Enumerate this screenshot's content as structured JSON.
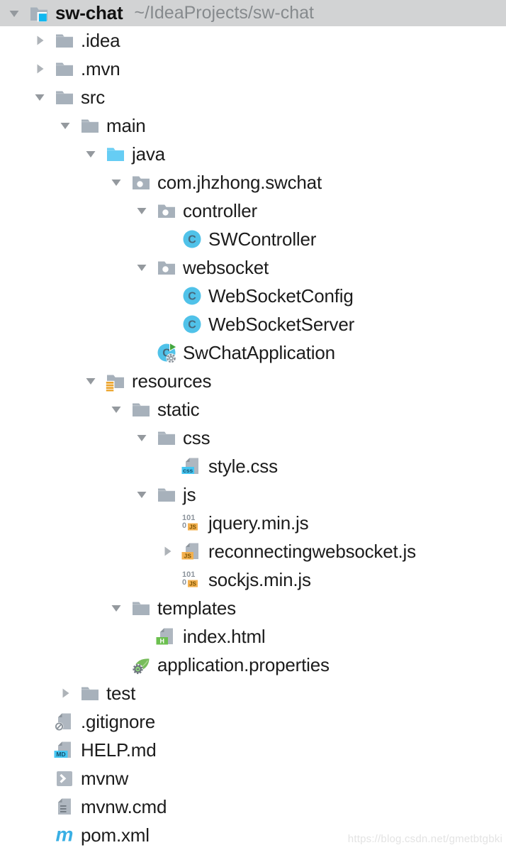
{
  "window": {
    "project_name": "sw-chat",
    "project_path": "~/IdeaProjects/sw-chat"
  },
  "colors": {
    "folder_gray": "#A7B1BB",
    "java_folder_cyan": "#66CDF4",
    "project_badge_cyan": "#10B7F0",
    "class_circle_blue": "#50C2E9",
    "class_letter": "#47687C",
    "run_green": "#42A63F",
    "gear_gray": "#8B939B",
    "page_gray": "#AFB7C0",
    "page_fold": "#8C949C",
    "badge_cyan": "#45C6F2",
    "badge_cyan_text": "#14506E",
    "badge_amber": "#F3B04E",
    "badge_amber_text": "#7A5200",
    "badge_green": "#6CC04F",
    "resources_amber": "#ECA42C",
    "spring_green": "#77BC5B",
    "spring_gear": "#6E767E",
    "spring_power": "#8FE07A",
    "maven_blue": "#39AFE4",
    "header_bg": "#d2d3d4",
    "chevron_expanded": "#94999E",
    "chevron_collapsed": "#AEB3B8"
  },
  "tree": {
    "rows": [
      {
        "label": "sw-chat",
        "suffix": "~/IdeaProjects/sw-chat",
        "level": 0,
        "arrow": "expanded",
        "icon": "project-folder",
        "header": true
      },
      {
        "label": ".idea",
        "level": 1,
        "arrow": "collapsed",
        "icon": "folder"
      },
      {
        "label": ".mvn",
        "level": 1,
        "arrow": "collapsed",
        "icon": "folder"
      },
      {
        "label": "src",
        "level": 1,
        "arrow": "expanded",
        "icon": "folder"
      },
      {
        "label": "main",
        "level": 2,
        "arrow": "expanded",
        "icon": "folder"
      },
      {
        "label": "java",
        "level": 3,
        "arrow": "expanded",
        "icon": "java-folder"
      },
      {
        "label": "com.jhzhong.swchat",
        "level": 4,
        "arrow": "expanded",
        "icon": "package"
      },
      {
        "label": "controller",
        "level": 5,
        "arrow": "expanded",
        "icon": "package"
      },
      {
        "label": "SWController",
        "level": 6,
        "arrow": null,
        "icon": "class"
      },
      {
        "label": "websocket",
        "level": 5,
        "arrow": "expanded",
        "icon": "package"
      },
      {
        "label": "WebSocketConfig",
        "level": 6,
        "arrow": null,
        "icon": "class"
      },
      {
        "label": "WebSocketServer",
        "level": 6,
        "arrow": null,
        "icon": "class"
      },
      {
        "label": "SwChatApplication",
        "level": 5,
        "arrow": null,
        "icon": "main-class"
      },
      {
        "label": "resources",
        "level": 3,
        "arrow": "expanded",
        "icon": "resources-folder"
      },
      {
        "label": "static",
        "level": 4,
        "arrow": "expanded",
        "icon": "folder"
      },
      {
        "label": "css",
        "level": 5,
        "arrow": "expanded",
        "icon": "folder"
      },
      {
        "label": "style.css",
        "level": 6,
        "arrow": null,
        "icon": "css-file"
      },
      {
        "label": "js",
        "level": 5,
        "arrow": "expanded",
        "icon": "folder"
      },
      {
        "label": "jquery.min.js",
        "level": 6,
        "arrow": null,
        "icon": "js-min-file"
      },
      {
        "label": "reconnectingwebsocket.js",
        "level": 6,
        "arrow": "collapsed",
        "icon": "js-file"
      },
      {
        "label": "sockjs.min.js",
        "level": 6,
        "arrow": null,
        "icon": "js-min-file"
      },
      {
        "label": "templates",
        "level": 4,
        "arrow": "expanded",
        "icon": "folder"
      },
      {
        "label": "index.html",
        "level": 5,
        "arrow": null,
        "icon": "html-file"
      },
      {
        "label": "application.properties",
        "level": 4,
        "arrow": null,
        "icon": "spring-properties"
      },
      {
        "label": "test",
        "level": 2,
        "arrow": "collapsed",
        "icon": "folder"
      },
      {
        "label": ".gitignore",
        "level": 1,
        "arrow": null,
        "icon": "ignored-file"
      },
      {
        "label": "HELP.md",
        "level": 1,
        "arrow": null,
        "icon": "md-file"
      },
      {
        "label": "mvnw",
        "level": 1,
        "arrow": null,
        "icon": "shell-file"
      },
      {
        "label": "mvnw.cmd",
        "level": 1,
        "arrow": null,
        "icon": "text-file"
      },
      {
        "label": "pom.xml",
        "level": 1,
        "arrow": null,
        "icon": "maven-file"
      }
    ]
  },
  "watermark": "https://blog.csdn.net/gmetbtgbki"
}
